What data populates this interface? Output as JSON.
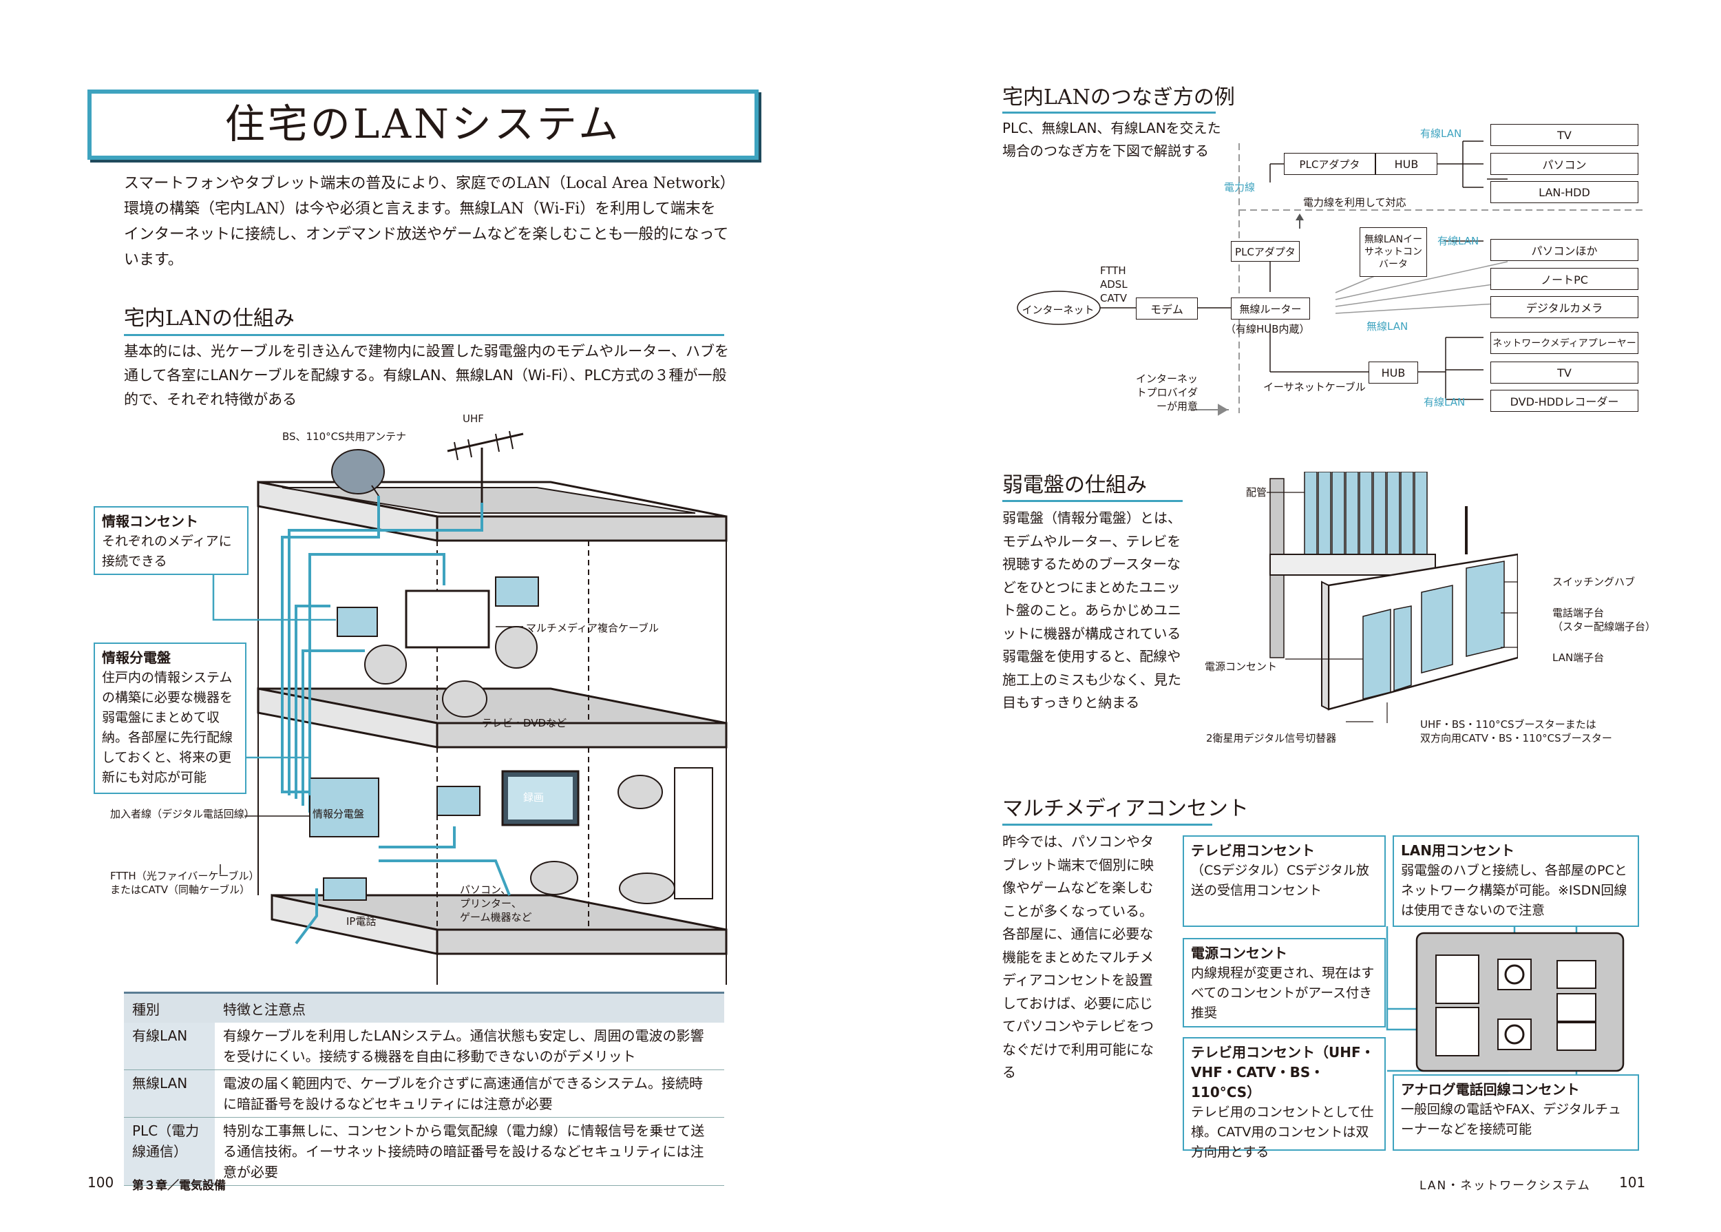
{
  "left": {
    "title": "住宅のLANシステム",
    "intro": "スマートフォンやタブレット端末の普及により、家庭でのLAN（Local Area Network）環境の構築（宅内LAN）は今や必須と言えます。無線LAN（Wi-Fi）を利用して端末をインターネットに接続し、オンデマンド放送やゲームなどを楽しむことも一般的になっています。",
    "section1_title": "宅内LANの仕組み",
    "section1_text": "基本的には、光ケーブルを引き込んで建物内に設置した弱電盤内のモデムやルーター、ハブを通して各室にLANケーブルを配線する。有線LAN、無線LAN（Wi-Fi）、PLC方式の３種が一般的で、それぞれ特徴がある",
    "house": {
      "antenna_bs": "BS、110°CS共用アンテナ",
      "antenna_uhf": "UHF",
      "multimedia_cable": "マルチメディア複合ケーブル",
      "tv_dvd": "テレビ・DVDなど",
      "panel_label": "情報分電盤",
      "subscriber_line": "加入者線（デジタル電話回線）",
      "ftth_line1": "FTTH（光ファイバーケーブル）",
      "ftth_line2": "またはCATV（同軸ケーブル）",
      "ip_phone": "IP電話",
      "pc_line1": "パソコン、",
      "pc_line2": "プリンター、",
      "pc_line3": "ゲーム機器など",
      "tv_screen": "録画"
    },
    "callout1": {
      "title": "情報コンセント",
      "text": "それぞれのメディアに接続できる"
    },
    "callout2": {
      "title": "情報分電盤",
      "text": "住戸内の情報システムの構築に必要な機器を弱電盤にまとめて収納。各部屋に先行配線しておくと、将来の更新にも対応が可能"
    },
    "table": {
      "headers": [
        "種別",
        "特徴と注意点"
      ],
      "rows": [
        {
          "type": "有線LAN",
          "desc": "有線ケーブルを利用したLANシステム。通信状態も安定し、周囲の電波の影響を受けにくい。接続する機器を自由に移動できないのがデメリット"
        },
        {
          "type": "無線LAN",
          "desc": "電波の届く範囲内で、ケーブルを介さずに高速通信ができるシステム。接続時に暗証番号を設けるなどセキュリティには注意が必要"
        },
        {
          "type": "PLC（電力線通信）",
          "desc": "特別な工事無しに、コンセントから電気配線（電力線）に情報信号を乗せて送る通信技術。イーサネット接続時の暗証番号を設けるなどセキュリティには注意が必要"
        }
      ]
    },
    "page_number": "100",
    "chapter": "第３章／電気設備"
  },
  "right": {
    "sec1": {
      "title": "宅内LANのつなぎ方の例",
      "text": "PLC、無線LAN、有線LANを交えた場合のつなぎ方を下図で解説する"
    },
    "diagram": {
      "internet": "インターネット",
      "ftth": "FTTH",
      "adsl": "ADSL",
      "catv": "CATV",
      "modem": "モデム",
      "router": "無線ルーター",
      "router_sub": "（有線HUB内蔵）",
      "plc_adapter_top": "PLCアダプタ",
      "plc_adapter": "PLCアダプタ",
      "hub_top": "HUB",
      "hub_bottom": "HUB",
      "converter": "無線LANイーサネットコンバータ",
      "power_line": "電力線",
      "power_note": "電力線を利用して対応",
      "wired_lan_1": "有線LAN",
      "wired_lan_2": "有線LAN",
      "wired_lan_3": "有線LAN",
      "wireless_lan": "無線LAN",
      "ethernet_cable": "イーサネットケーブル",
      "provider_note": "インターネットプロバイダーが用意",
      "devices_top": [
        "TV",
        "パソコン",
        "LAN-HDD"
      ],
      "devices_mid": [
        "パソコンほか",
        "ノートPC",
        "デジタルカメラ"
      ],
      "devices_bottom": [
        "ネットワークメディアプレーヤー",
        "TV",
        "DVD-HDDレコーダー"
      ]
    },
    "sec2": {
      "title": "弱電盤の仕組み",
      "text": "弱電盤（情報分電盤）とは、モデムやルーター、テレビを視聴するためのブースターなどをひとつにまとめたユニット盤のこと。あらかじめユニットに機器が構成されている弱電盤を使用すると、配線や施工上のミスも少なく、見た目もすっきりと納まる",
      "labels": {
        "piping": "配管",
        "switching_hub": "スイッチングハブ",
        "telephone_terminal": "電話端子台",
        "telephone_terminal_sub": "（スター配線端子台）",
        "lan_terminal": "LAN端子台",
        "power_outlet": "電源コンセント",
        "booster_line1": "UHF・BS・110°CSブースターまたは",
        "booster_line2": "双方向用CATV・BS・110°CSブースター",
        "satellite_switch": "2衛星用デジタル信号切替器"
      }
    },
    "sec3": {
      "title": "マルチメディアコンセント",
      "text": "昨今では、パソコンやタブレット端末で個別に映像やゲームなどを楽しむことが多くなっている。各部屋に、通信に必要な機能をまとめたマルチメディアコンセントを設置しておけば、必要に応じてパソコンやテレビをつなぐだけで利用可能になる",
      "box_tv_cs": {
        "title": "テレビ用コンセント",
        "text": "（CSデジタル）CSデジタル放送の受信用コンセント"
      },
      "box_lan": {
        "title": "LAN用コンセント",
        "text": "弱電盤のハブと接続し、各部屋のPCとネットワーク構築が可能。※ISDN回線は使用できないので注意"
      },
      "box_power": {
        "title": "電源コンセント",
        "text": "内線規程が変更され、現在はすべてのコンセントがアース付き推奨"
      },
      "box_tv_uhf": {
        "title": "テレビ用コンセント（UHF・VHF・CATV・BS・110°CS）",
        "text": "テレビ用のコンセントとして仕様。CATV用のコンセントは双方向用とする"
      },
      "box_analog": {
        "title": "アナログ電話回線コンセント",
        "text": "一般回線の電話やFAX、デジタルチューナーなどを接続可能"
      }
    },
    "page_number": "101",
    "running_head": "LAN・ネットワークシステム"
  },
  "colors": {
    "accent": "#3ea3bf",
    "fill_blue": "#a9d3e2",
    "table_head": "#d9e2e8"
  }
}
